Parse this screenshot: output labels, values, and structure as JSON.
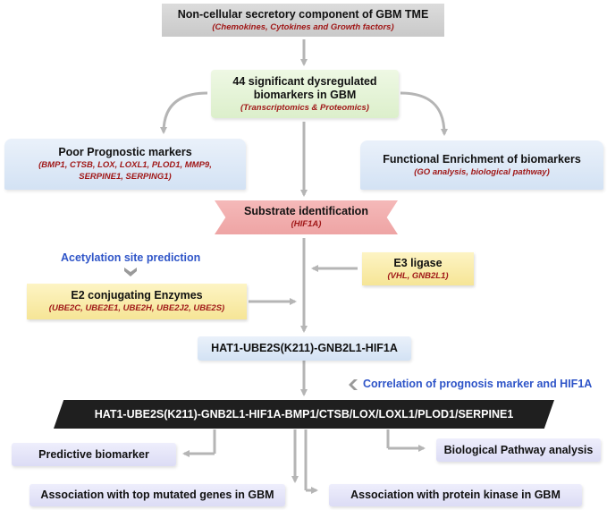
{
  "boxes": {
    "tme": {
      "title": "Non-cellular secretory component of GBM TME",
      "subtitle": "(Chemokines, Cytokines and Growth factors)"
    },
    "biomarkers": {
      "title_line1": "44 significant  dysregulated",
      "title_line2": "biomarkers in GBM",
      "subtitle": "(Transcriptomics & Proteomics)"
    },
    "prognostic": {
      "title": "Poor Prognostic markers",
      "subtitle_line1": "(BMP1, CTSB, LOX, LOXL1, PLOD1, MMP9,",
      "subtitle_line2": "SERPINE1, SERPING1)"
    },
    "enrichment": {
      "title": "Functional Enrichment of biomarkers",
      "subtitle": "(GO analysis, biological pathway)"
    },
    "substrate": {
      "title": "Substrate identification",
      "subtitle": "(HIF1A)"
    },
    "e3": {
      "title": "E3 ligase",
      "subtitle": "(VHL, GNB2L1)"
    },
    "e2": {
      "title": "E2 conjugating Enzymes",
      "subtitle": "(UBE2C, UBE2E1, UBE2H, UBE2J2, UBE2S)"
    },
    "complex": {
      "title": "HAT1-UBE2S(K211)-GNB2L1-HIF1A"
    },
    "axis": {
      "title": "HAT1-UBE2S(K211)-GNB2L1-HIF1A-BMP1/CTSB/LOX/LOXL1/PLOD1/SERPINE1"
    },
    "predictive": {
      "title": "Predictive biomarker"
    },
    "pathway": {
      "title": "Biological Pathway analysis"
    },
    "mutated": {
      "title": "Association with top mutated genes in GBM"
    },
    "kinase": {
      "title": "Association with protein kinase in GBM"
    }
  },
  "annotations": {
    "acetylation": "Acetylation site prediction",
    "correlation": "Correlation of prognosis marker and HIF1A"
  },
  "colors": {
    "arrow": "#b5b5b5",
    "annotation_text": "#2f55c8",
    "subtitle_text": "#a01818",
    "axis_box": "#1f1f1f",
    "substrate_box": "#f2aeae"
  }
}
